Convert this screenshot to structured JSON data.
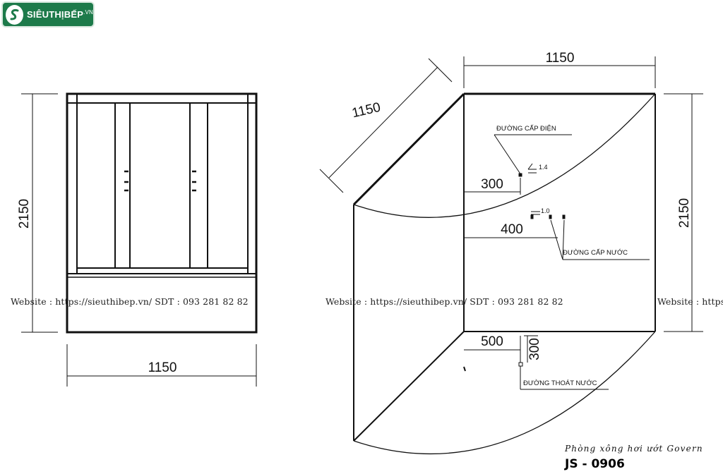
{
  "logo": {
    "brand": "SIÊUTHỊBẾP",
    "suffix": ".VN",
    "icon": "stylized-s-leaf-icon"
  },
  "watermarks": [
    "Website : https://sieuthibep.vn/   SDT : 093 281 82 82",
    "Website : https://sieuthibep.vn/  SDT : 093 281 82 82",
    "Website : https:/"
  ],
  "front_view": {
    "height_label": "2150",
    "width_label": "1150"
  },
  "plan_view": {
    "diagonal_width_label": "1150",
    "top_width_label": "1150",
    "right_height_label": "2150",
    "electric_cable_label": "ĐƯỜNG CẤP ĐIỆN",
    "electric_offset": "300",
    "electric_height_mark": "1.4",
    "water_supply_label": "ĐƯỜNG CẤP NƯỚC",
    "water_offset": "400",
    "water_height_mark": "1.0",
    "drain_label": "ĐƯỜNG THOÁT NƯỚC",
    "drain_offset_h": "500",
    "drain_offset_v": "300"
  },
  "caption": "Phòng xông hơi ướt Govern",
  "model": "JS - 0906"
}
